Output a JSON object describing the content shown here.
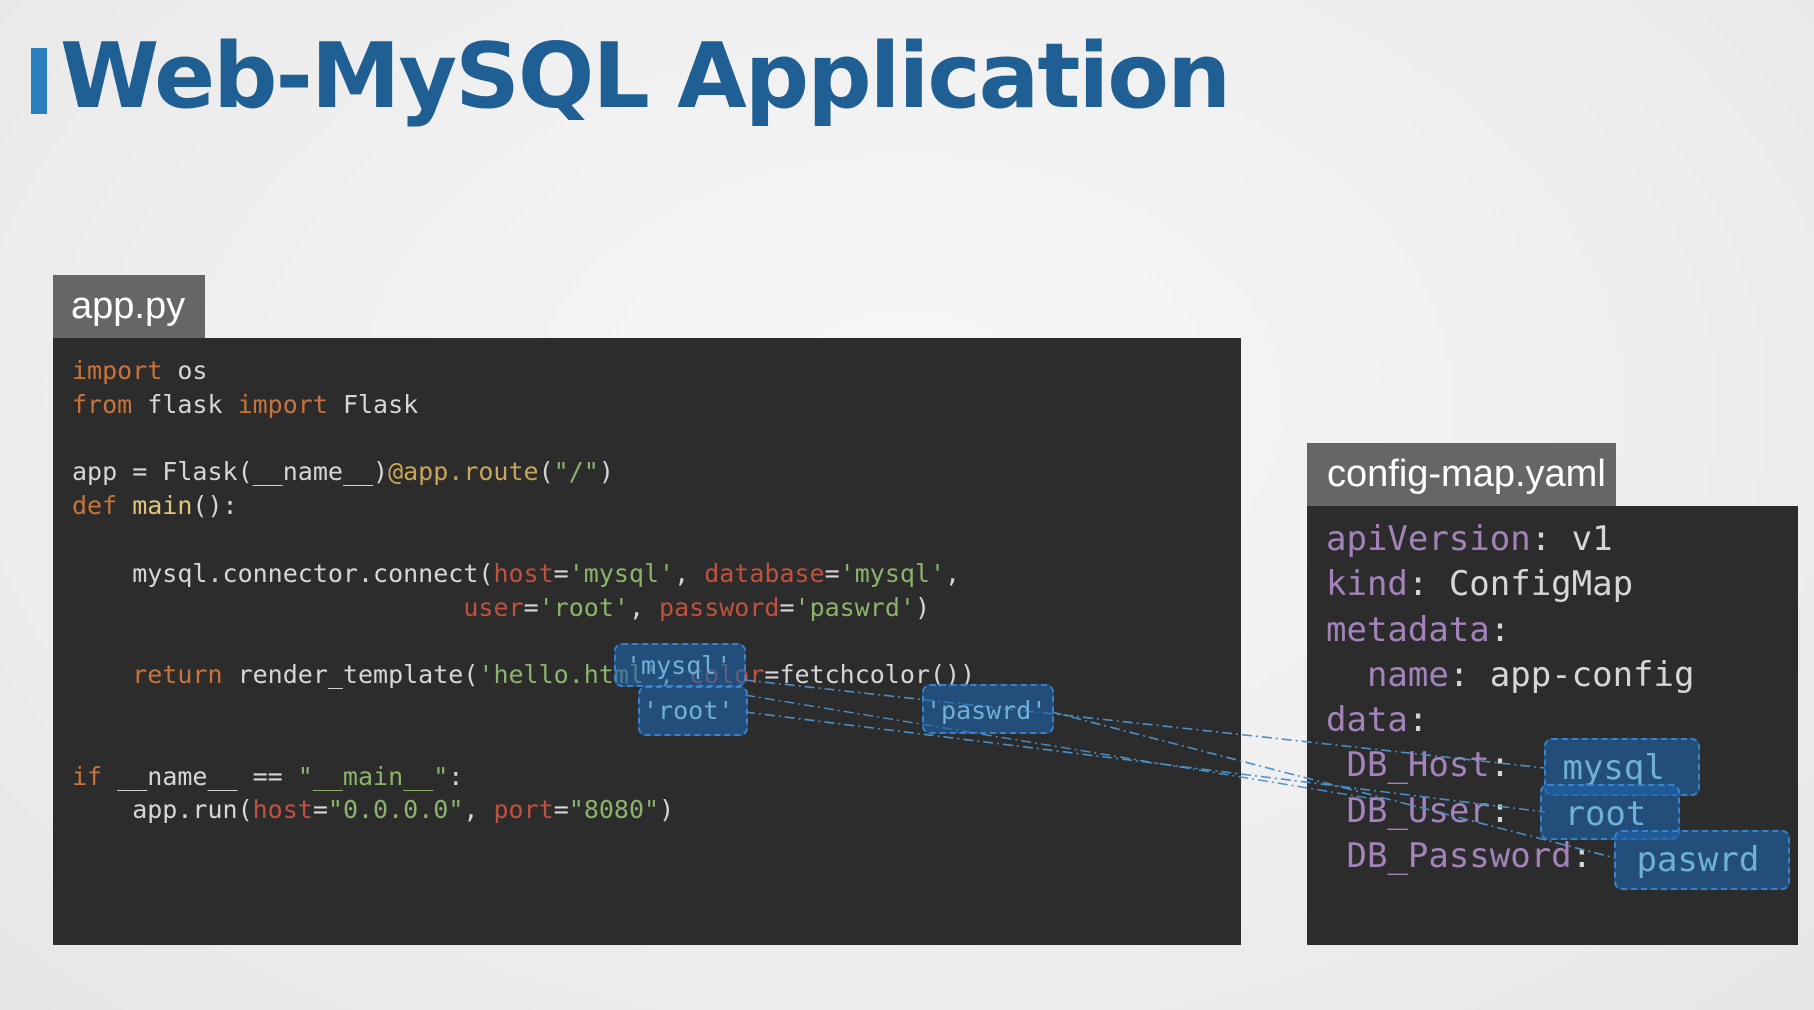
{
  "slide": {
    "title": "Web-MySQL Application",
    "accent_color": "#2a7fc1",
    "title_color": "#1f5f93"
  },
  "app_file": {
    "tab_label": "app.py",
    "lines": {
      "l1_import": "import",
      "l1_os": " os",
      "l2_from": "from",
      "l2_flask": " flask ",
      "l2_import": "import",
      "l2_Flask": " Flask",
      "l4": "app = Flask(__name__)",
      "l7_decorator": "@app.route",
      "l7_paren": "(",
      "l7_str": "\"/\"",
      "l7_close": ")",
      "l8_def": "def",
      "l8_main": " main",
      "l8_rest": "():",
      "l10_call": "    mysql.connector.connect(",
      "l10_host": "host",
      "l10_eq": "=",
      "l10_host_val": "'mysql'",
      "l10_sep": ", ",
      "l10_db": "database",
      "l10_eq2": "=",
      "l10_db_val": "'mysql'",
      "l10_end": ",",
      "l11_indent": "                          ",
      "l11_user": "user",
      "l11_eq": "=",
      "l11_user_val": "'root'",
      "l11_sep": ", ",
      "l11_pw": "password",
      "l11_eq2": "=",
      "l11_pw_val": "'paswrd'",
      "l11_end": ")",
      "l13_return": "    return",
      "l13_call": " render_template(",
      "l13_str": "'hello.html'",
      "l13_sep": ", ",
      "l13_color": "color",
      "l13_rest": "=fetchcolor())",
      "l16_if": "if",
      "l16_mid": " __name__ == ",
      "l16_str": "\"__main__\"",
      "l16_end": ":",
      "l17_call": "    app.run(",
      "l17_host": "host",
      "l17_eq": "=",
      "l17_host_val": "\"0.0.0.0\"",
      "l17_sep": ", ",
      "l17_port": "port",
      "l17_eq2": "=",
      "l17_port_val": "\"8080\"",
      "l17_end": ")"
    }
  },
  "config_file": {
    "tab_label": "config-map.yaml",
    "lines": {
      "api_key": "apiVersion",
      "api_val": ": v1",
      "kind_key": "kind",
      "kind_val": ": ConfigMap",
      "meta_key": "metadata",
      "meta_colon": ":",
      "name_key": "  name",
      "name_val": ": app-config",
      "data_key": "data",
      "data_colon": ":",
      "host_key": " DB_Host",
      "host_colon": ":",
      "user_key": " DB_User",
      "user_colon": ":",
      "pw_key": " DB_Password",
      "pw_colon": ":"
    }
  },
  "highlights": {
    "app_host": "'mysql'",
    "app_user": "'root'",
    "app_pw": "'paswrd'",
    "cfg_host": " mysql",
    "cfg_user": " root",
    "cfg_pw": " paswrd"
  },
  "colors": {
    "panel_bg": "#2c2c2c",
    "tab_bg": "#666666",
    "keyword": "#c8733c",
    "string": "#8cb36b",
    "param": "#c1513f",
    "yaml_key": "#a383ba",
    "highlight": "#1f64aa"
  }
}
